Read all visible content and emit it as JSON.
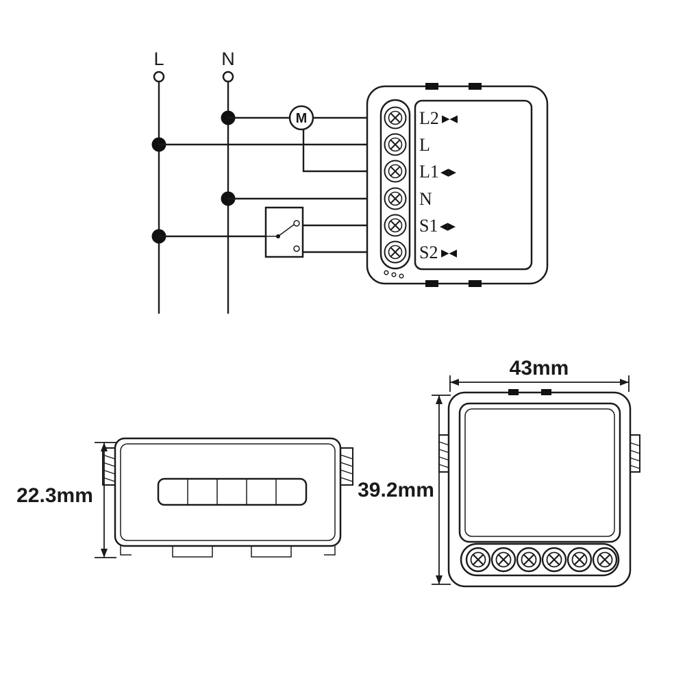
{
  "diagram": {
    "l_label": "L",
    "n_label": "N",
    "motor_label": "M",
    "terminals": [
      {
        "label": "L2",
        "icon": "▶◀"
      },
      {
        "label": "L",
        "icon": ""
      },
      {
        "label": "L1",
        "icon": "◀▶"
      },
      {
        "label": "N",
        "icon": ""
      },
      {
        "label": "S1",
        "icon": "◀▶"
      },
      {
        "label": "S2",
        "icon": "▶◀"
      }
    ]
  },
  "dimensions": {
    "side_height": "22.3mm",
    "front_height": "39.2mm",
    "front_width": "43mm"
  },
  "colors": {
    "line": "#1b1b1b",
    "background": "#ffffff"
  }
}
